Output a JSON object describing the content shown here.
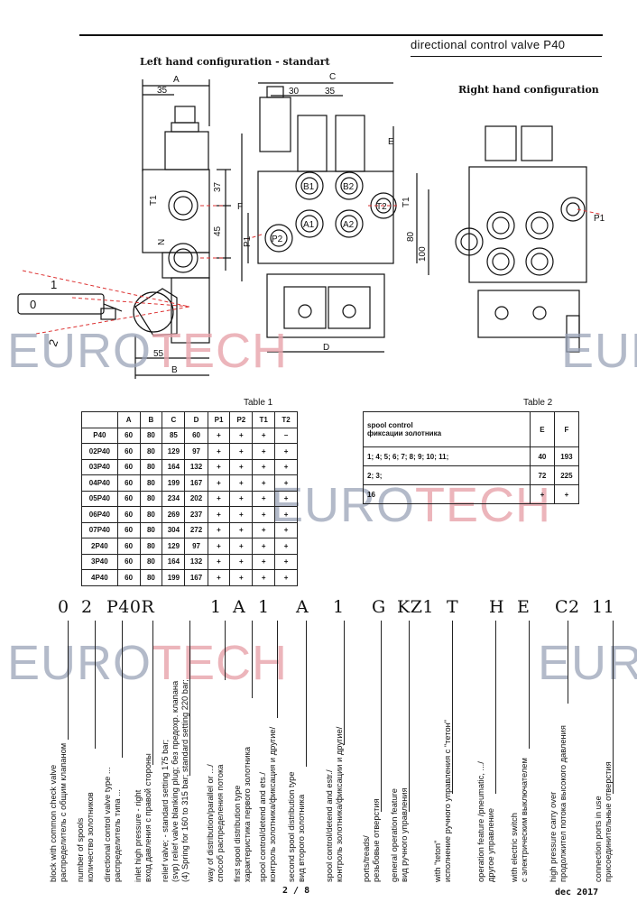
{
  "header": {
    "title": "directional control valve P40"
  },
  "left_caption": "Left hand configuration - standart",
  "right_caption": "Right hand configuration",
  "watermark": {
    "part1": "EURO",
    "part2": "TECH"
  },
  "drawing_labels": {
    "A": "A",
    "B": "B",
    "C": "C",
    "D": "D",
    "E": "E",
    "F": "F",
    "d35": "35",
    "d30": "30",
    "d35b": "35",
    "d37": "37",
    "d45": "45",
    "d55": "55",
    "d80": "80",
    "d100": "100",
    "T1": "T1",
    "T2": "T2",
    "P1": "P1",
    "P2": "P2",
    "N": "N",
    "B1": "B1",
    "B2": "B2",
    "A1": "A1",
    "A2": "A2",
    "lev1": "1",
    "lev0": "0",
    "lev2": "2"
  },
  "table1": {
    "caption": "Table 1",
    "headers": [
      "",
      "A",
      "B",
      "C",
      "D",
      "P1",
      "P2",
      "T1",
      "T2"
    ],
    "rows": [
      [
        "P40",
        "60",
        "80",
        "85",
        "60",
        "+",
        "+",
        "+",
        "–"
      ],
      [
        "02P40",
        "60",
        "80",
        "129",
        "97",
        "+",
        "+",
        "+",
        "+"
      ],
      [
        "03P40",
        "60",
        "80",
        "164",
        "132",
        "+",
        "+",
        "+",
        "+"
      ],
      [
        "04P40",
        "60",
        "80",
        "199",
        "167",
        "+",
        "+",
        "+",
        "+"
      ],
      [
        "05P40",
        "60",
        "80",
        "234",
        "202",
        "+",
        "+",
        "+",
        "+"
      ],
      [
        "06P40",
        "60",
        "80",
        "269",
        "237",
        "+",
        "+",
        "+",
        "+"
      ],
      [
        "07P40",
        "60",
        "80",
        "304",
        "272",
        "+",
        "+",
        "+",
        "+"
      ],
      [
        "2P40",
        "60",
        "80",
        "129",
        "97",
        "+",
        "+",
        "+",
        "+"
      ],
      [
        "3P40",
        "60",
        "80",
        "164",
        "132",
        "+",
        "+",
        "+",
        "+"
      ],
      [
        "4P40",
        "60",
        "80",
        "199",
        "167",
        "+",
        "+",
        "+",
        "+"
      ]
    ]
  },
  "table2": {
    "caption": "Table 2",
    "head_line1": "spool control",
    "head_line2": "фиксации золотника",
    "headers": [
      "E",
      "F"
    ],
    "rows": [
      [
        "1; 4; 5; 6; 7; 8; 9; 10; 11;",
        "40",
        "193"
      ],
      [
        "2; 3;",
        "72",
        "225"
      ],
      [
        "16",
        "+",
        "+"
      ]
    ]
  },
  "code": {
    "parts": [
      "0",
      "2",
      "P40R",
      "1",
      "A",
      "1",
      "A",
      "1",
      "G",
      "KZ1",
      "T",
      "H",
      "E",
      "C2",
      "11"
    ]
  },
  "descriptions": [
    {
      "lines": [
        "block with common check valve",
        "распределитель с общим клапаном"
      ]
    },
    {
      "lines": [
        "number of spools",
        "количество золотников"
      ]
    },
    {
      "lines": [
        "directional control valve type ...",
        "распределитель типа ..."
      ]
    },
    {
      "lines": [
        "inlet high pressure - right",
        "вход давления с правой стороны"
      ]
    },
    {
      "lines": [
        "relief valve; - standard setting 175 bar;",
        "(svp) relief valve blanking plug; без предохр. клапана",
        "(4) Spring for 160 to 315 bar; standard setting 220 bar;"
      ]
    },
    {
      "lines": [
        "way of distribution/parallel or .../",
        "способ распределения потока"
      ]
    },
    {
      "lines": [
        "first spool distribution type",
        "характеристика первого золотника"
      ]
    },
    {
      "lines": [
        "spool control/detend and ets./",
        "контроль золотника/фиксация и другие/"
      ]
    },
    {
      "lines": [
        "second spool distribution type",
        "вид второго золотника"
      ]
    },
    {
      "lines": [
        "spool control/detend and estr./",
        "контроль золотника/фиксации и другие/"
      ]
    },
    {
      "lines": [
        "ports/treads/",
        "резьбовые отверстия"
      ]
    },
    {
      "lines": [
        "general operation feature",
        "вид ручного управления"
      ]
    },
    {
      "lines": [
        "with \"teton\"",
        "исполнение ручного управления с \"тетон\""
      ]
    },
    {
      "lines": [
        "operation feature /pneumatic, .../",
        "другое управление"
      ]
    },
    {
      "lines": [
        "with electric switch",
        "с электрическим выключателем"
      ]
    },
    {
      "lines": [
        "high pressure carry over",
        "продолжител потока высокого давления"
      ]
    },
    {
      "lines": [
        "connection ports in use",
        "присоединительные отверстия"
      ]
    }
  ],
  "footer": {
    "page": "2 / 8",
    "date": "dec 2017"
  }
}
